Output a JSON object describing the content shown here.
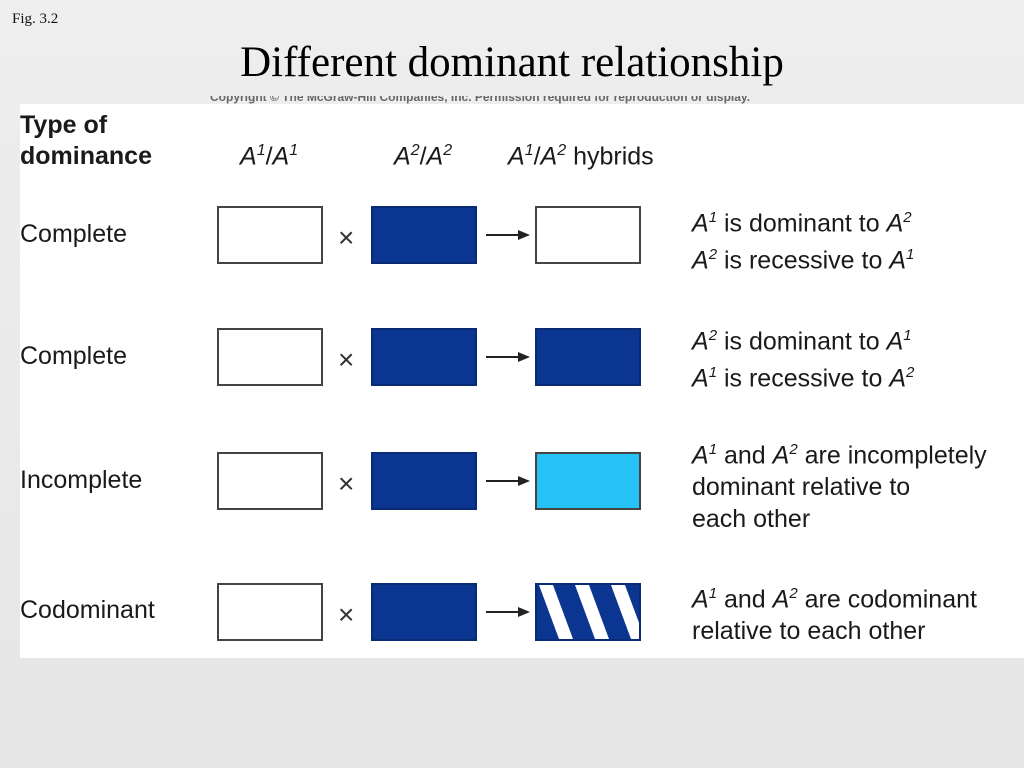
{
  "slide": {
    "fig_label": "Fig. 3.2",
    "title": "Different dominant relationship",
    "copyright": "Copyright © The McGraw-Hill Companies, Inc. Permission required for reproduction or display."
  },
  "header": {
    "type_line1": "Type of",
    "type_line2": "dominance",
    "col1": {
      "a": "A",
      "a_sup": "1",
      "slash": "/",
      "b": "A",
      "b_sup": "1"
    },
    "col2": {
      "a": "A",
      "a_sup": "2",
      "slash": "/",
      "b": "A",
      "b_sup": "2"
    },
    "col3": {
      "a": "A",
      "a_sup": "1",
      "slash": "/",
      "b": "A",
      "b_sup": "2",
      "suffix": " hybrids"
    }
  },
  "cross_symbol": "×",
  "colors": {
    "white": "#ffffff",
    "dark_blue": "#0a3591",
    "light_blue": "#26c3f7"
  },
  "rows": [
    {
      "label": "Complete",
      "hybrid": "white",
      "desc": [
        [
          "A",
          "1",
          " is dominant to ",
          "A",
          "2"
        ],
        [
          "A",
          "2",
          " is recessive to ",
          "A",
          "1"
        ]
      ]
    },
    {
      "label": "Complete",
      "hybrid": "dark_blue",
      "desc": [
        [
          "A",
          "2",
          " is dominant to ",
          "A",
          "1"
        ],
        [
          "A",
          "1",
          " is recessive to ",
          "A",
          "2"
        ]
      ]
    },
    {
      "label": "Incomplete",
      "hybrid": "light_blue",
      "desc": [
        [
          "A",
          "1",
          " and ",
          "A",
          "2",
          " are incompletely"
        ],
        [
          "dominant relative to"
        ],
        [
          "each other"
        ]
      ]
    },
    {
      "label": "Codominant",
      "hybrid": "striped",
      "desc": [
        [
          "A",
          "1",
          " and ",
          "A",
          "2",
          " are codominant"
        ],
        [
          "relative to each other"
        ]
      ]
    }
  ]
}
